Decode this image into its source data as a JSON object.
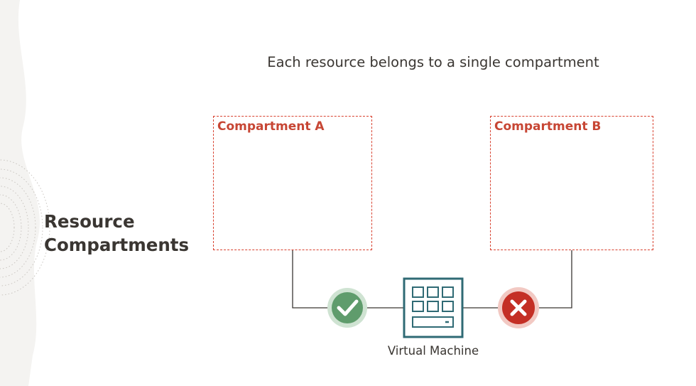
{
  "slide": {
    "headline": "Each resource belongs to a single compartment",
    "section_title_line1": "Resource",
    "section_title_line2": "Compartments"
  },
  "compartments": [
    {
      "label": "Compartment A",
      "membership": "allowed"
    },
    {
      "label": "Compartment B",
      "membership": "not-allowed"
    }
  ],
  "resource": {
    "label": "Virtual Machine",
    "icon": "virtual-machine-icon"
  },
  "status_icons": {
    "allowed": "checkmark-icon",
    "not_allowed": "x-mark-icon"
  },
  "colors": {
    "text": "#3a3632",
    "compartment_border": "#d8412f",
    "compartment_label": "#c74634",
    "vm_icon": "#2f6a74",
    "check_fill": "#5f9c6c",
    "check_ring": "#cfe3d2",
    "x_fill": "#c42f25",
    "x_ring": "#f2c9c3",
    "connector": "#3a3632"
  }
}
